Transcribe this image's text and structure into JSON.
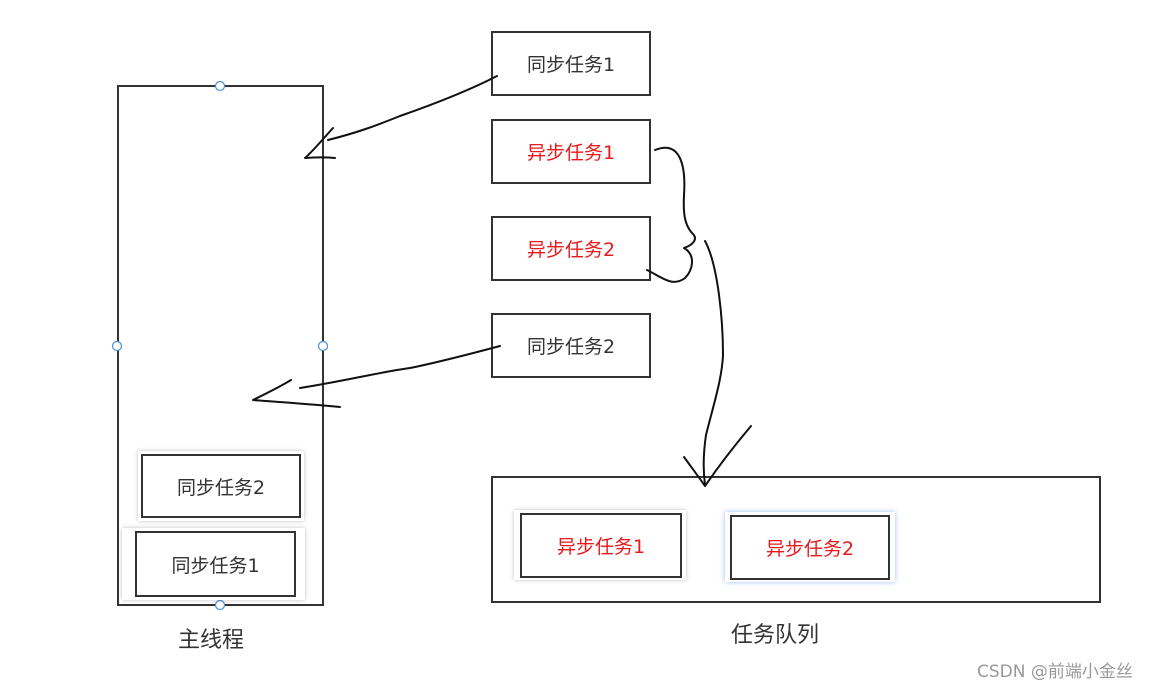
{
  "main_thread": {
    "label": "主线程",
    "stack": [
      "同步任务2",
      "同步任务1"
    ]
  },
  "source_tasks": [
    "同步任务1",
    "异步任务1",
    "异步任务2",
    "同步任务2"
  ],
  "task_queue": {
    "label": "任务队列",
    "items": [
      "异步任务1",
      "异步任务2"
    ]
  },
  "watermark": "CSDN @前端小金丝",
  "colors": {
    "border": "#333333",
    "async_text": "#e8191b",
    "sync_text": "#333333",
    "handle": "#4a90d9"
  }
}
